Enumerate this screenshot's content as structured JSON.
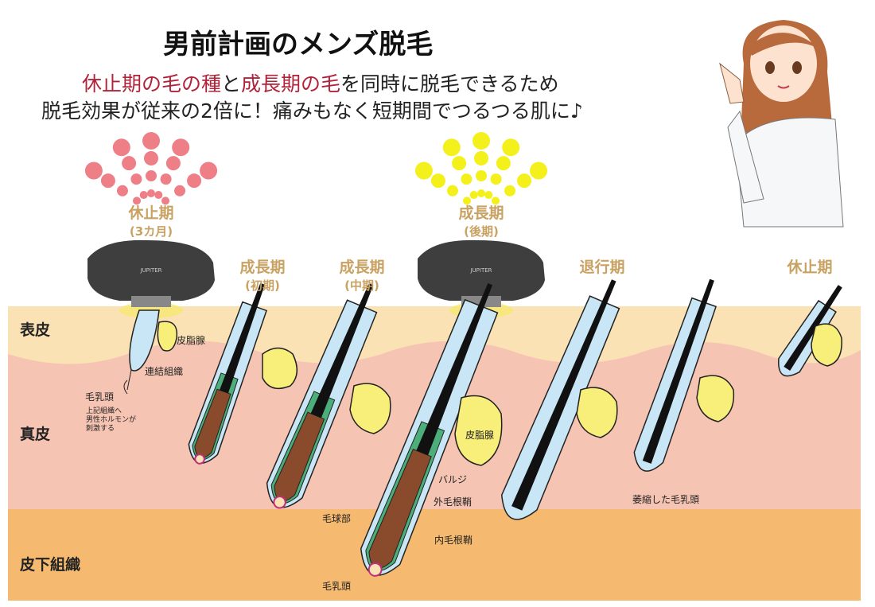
{
  "title": "男前計画のメンズ脱毛",
  "subtitle": {
    "line1": [
      {
        "text": "休止期の毛の種",
        "highlight": true
      },
      {
        "text": "と",
        "highlight": false
      },
      {
        "text": "成長期の毛",
        "highlight": true
      },
      {
        "text": "を同時に脱毛できるため",
        "highlight": false
      }
    ],
    "line2": "脱毛効果が従来の2倍に！痛みもなく短期間でつるつる肌に♪"
  },
  "stages": {
    "telogen_top": {
      "name": "休止期",
      "period": "(3カ月)"
    },
    "anagen_late": {
      "name": "成長期",
      "period": "(後期)"
    },
    "anagen_early": {
      "name": "成長期",
      "period": "(初期)"
    },
    "anagen_mid": {
      "name": "成長期",
      "period": "(中期)"
    },
    "catagen": {
      "name": "退行期"
    },
    "telogen_right": {
      "name": "休止期"
    }
  },
  "layers": {
    "epidermis": "表皮",
    "dermis": "真皮",
    "subcutis": "皮下組織"
  },
  "labels": {
    "sebaceous_1": "皮脂腺",
    "connective": "連結組織",
    "papilla_1": "毛乳頭",
    "note": [
      "上記組織へ",
      "男性ホルモンが",
      "刺激する"
    ],
    "sebaceous_2": "皮脂腺",
    "bulge": "バルジ",
    "outer_sheath": "外毛根鞘",
    "bulb": "毛球部",
    "inner_sheath": "内毛根鞘",
    "papilla_2": "毛乳頭",
    "atrophied_papilla": "萎縮した毛乳頭"
  },
  "device_brand": "JUPITER",
  "colors": {
    "highlight_red": "#b0233a",
    "stage_gold": "#c9a263",
    "epidermis": "#fbe2b4",
    "dermis": "#f6c4b2",
    "subcutis": "#f5b96f",
    "telogen_light": "#ee7f86",
    "anagen_light": "#f4f01c",
    "sheath_blue": "#c8e6f5",
    "sebaceous_yellow": "#f8ee7a"
  }
}
